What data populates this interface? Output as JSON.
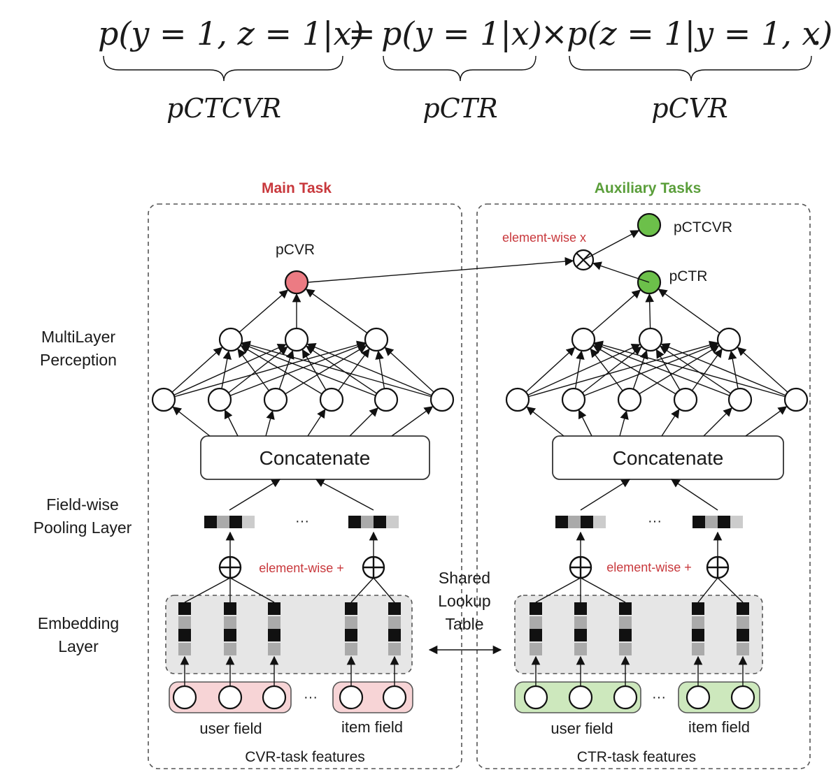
{
  "equation": {
    "lhs": "p(y = 1, z = 1|x)",
    "eq": "=",
    "mid": "p(y = 1|x)",
    "times": "×",
    "rhs": "p(z = 1|y = 1, x)",
    "dot": ".",
    "labels": [
      "pCTCVR",
      "pCTR",
      "pCVR"
    ]
  },
  "main_task": {
    "title": "Main Task",
    "output_label": "pCVR",
    "concat_label": "Concatenate",
    "op_label": "element-wise +",
    "ellipsis": "···",
    "user_field": "user field",
    "item_field": "item field",
    "features_label": "CVR-task features"
  },
  "aux_task": {
    "title": "Auxiliary Tasks",
    "ctcvr_label": "pCTCVR",
    "ctr_label": "pCTR",
    "multiply_label": "element-wise x",
    "concat_label": "Concatenate",
    "op_label": "element-wise +",
    "ellipsis": "···",
    "user_field": "user field",
    "item_field": "item field",
    "features_label": "CTR-task features"
  },
  "left_labels": {
    "mlp_1": "MultiLayer",
    "mlp_2": "Perception",
    "pool_1": "Field-wise",
    "pool_2": "Pooling Layer",
    "emb_1": "Embedding",
    "emb_2": "Layer"
  },
  "shared": {
    "line1": "Shared",
    "line2": "Lookup",
    "line3": "Table"
  },
  "colors": {
    "main_accent": "#c8383c",
    "aux_accent": "#5a9e3a",
    "pcvr_node": "#ec7b83",
    "green_node": "#6cc04a",
    "main_field_bg": "#f7d4d6",
    "aux_field_bg": "#cde8bd"
  }
}
